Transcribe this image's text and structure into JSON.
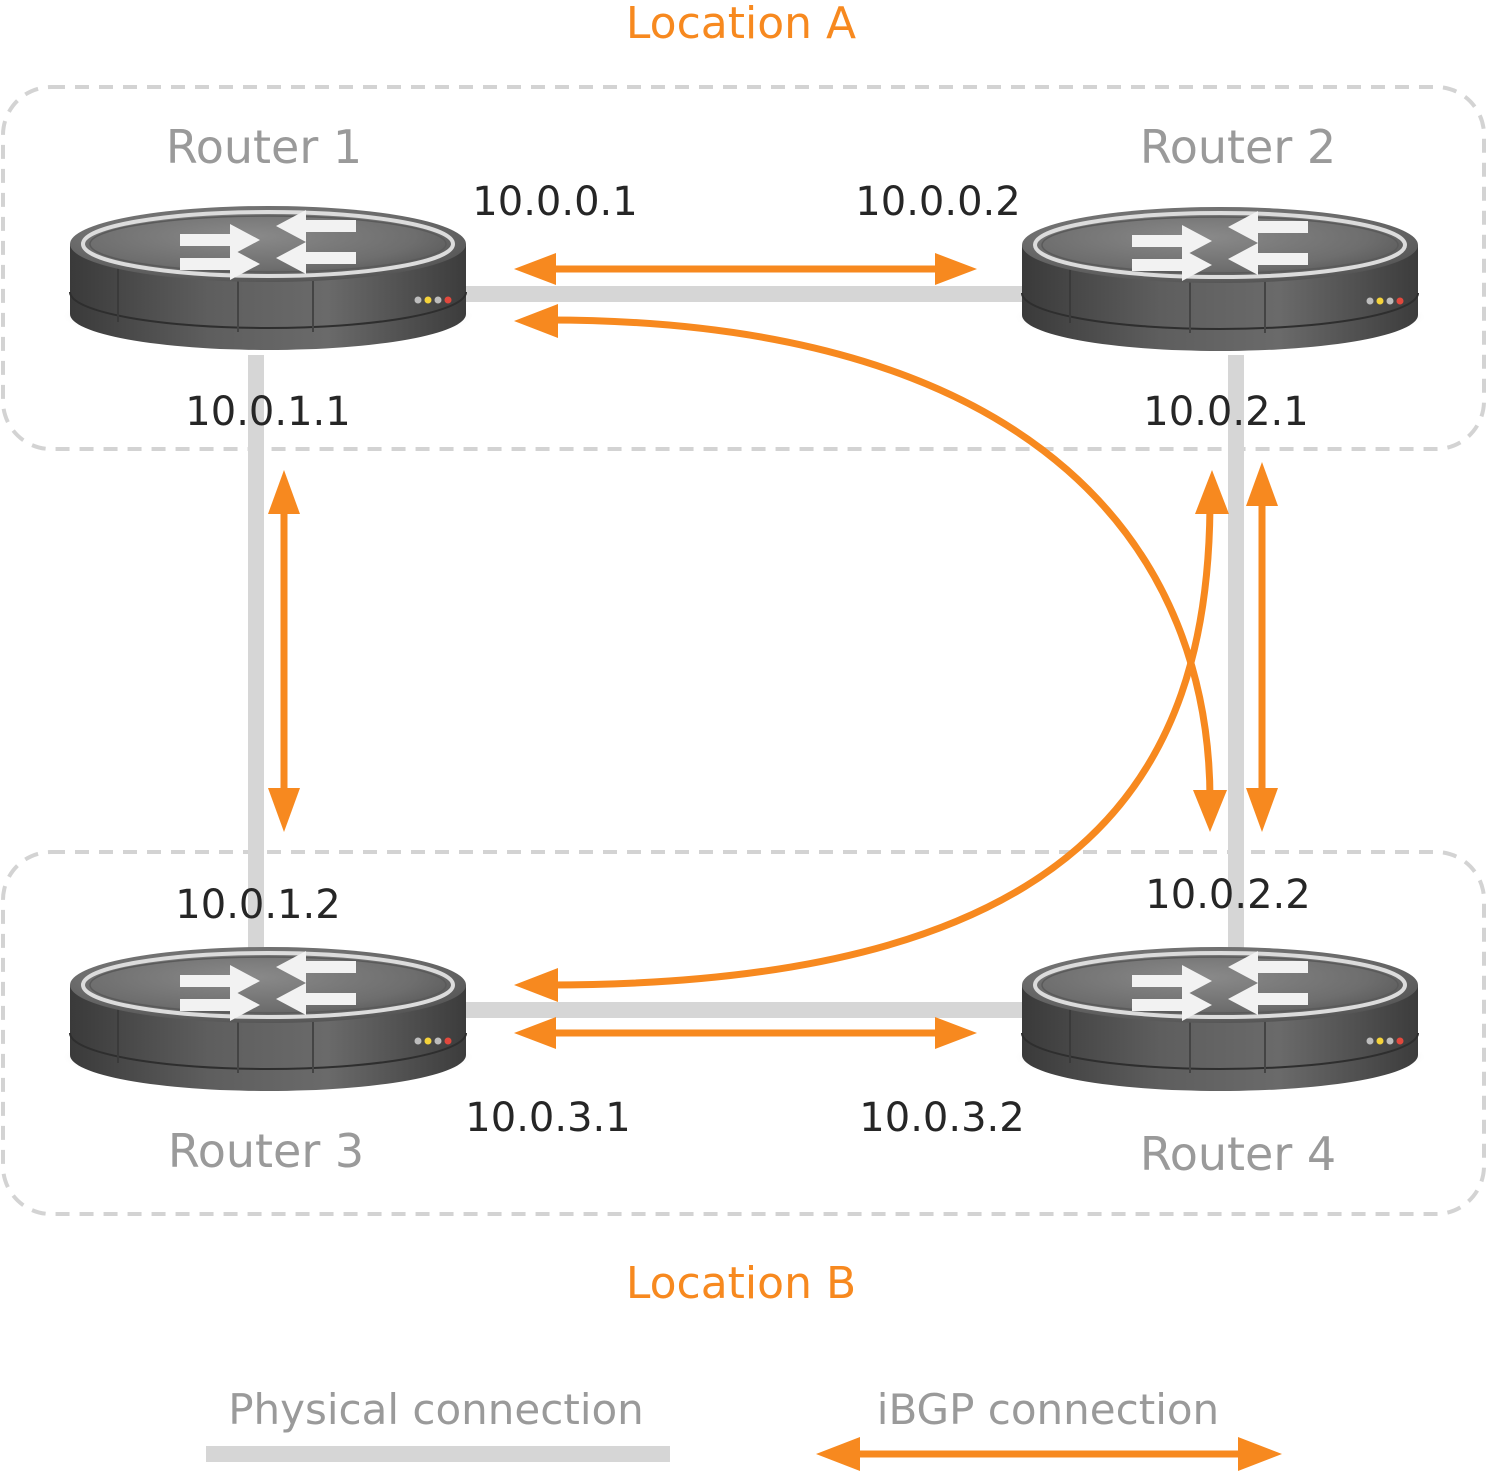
{
  "locations": {
    "a": "Location A",
    "b": "Location B"
  },
  "routers": {
    "r1": {
      "name": "Router 1"
    },
    "r2": {
      "name": "Router 2"
    },
    "r3": {
      "name": "Router 3"
    },
    "r4": {
      "name": "Router 4"
    }
  },
  "addresses": {
    "r1_r2_a": "10.0.0.1",
    "r1_r2_b": "10.0.0.2",
    "r1_r3_a": "10.0.1.1",
    "r1_r3_b": "10.0.1.2",
    "r2_r4_a": "10.0.2.1",
    "r2_r4_b": "10.0.2.2",
    "r3_r4_a": "10.0.3.1",
    "r3_r4_b": "10.0.3.2"
  },
  "legend": {
    "physical": "Physical connection",
    "ibgp": "iBGP connection"
  },
  "colors": {
    "ibgp": "#f7891f",
    "physical": "#d6d6d6",
    "location_border": "#d3d3d3",
    "router_label": "#9a9a9a",
    "ip_text": "#262626"
  }
}
